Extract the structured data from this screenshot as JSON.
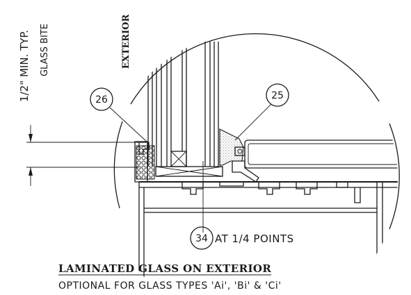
{
  "dimension": {
    "value": "1/2\" MIN. TYP.",
    "label": "GLASS BITE"
  },
  "exterior_label": "EXTERIOR",
  "callouts": {
    "c26": {
      "number": "26"
    },
    "c25": {
      "number": "25"
    },
    "c34": {
      "number": "34",
      "note": "AT 1/4 POINTS"
    }
  },
  "caption": {
    "title": "LAMINATED GLASS ON EXTERIOR",
    "subtitle": "OPTIONAL FOR GLASS TYPES 'Ai', 'Bi' & 'Ci'"
  }
}
